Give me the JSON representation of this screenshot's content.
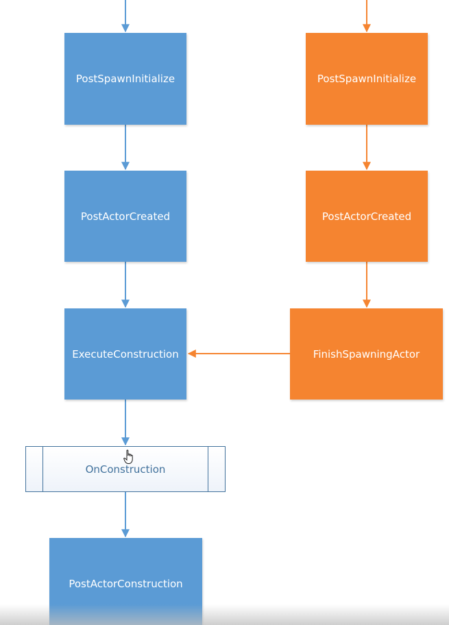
{
  "colors": {
    "blue": "#5b9bd5",
    "orange": "#f58430",
    "process_border": "#41719c"
  },
  "diagram": {
    "left_column": {
      "post_spawn_initialize": "PostSpawnInitialize",
      "post_actor_created": "PostActorCreated",
      "execute_construction": "ExecuteConstruction",
      "on_construction": "OnConstruction",
      "post_actor_construction": "PostActorConstruction"
    },
    "right_column": {
      "post_spawn_initialize": "PostSpawnInitialize",
      "post_actor_created": "PostActorCreated",
      "finish_spawning_actor": "FinishSpawningActor"
    }
  },
  "cursor_icon": "hand-pointer-icon"
}
